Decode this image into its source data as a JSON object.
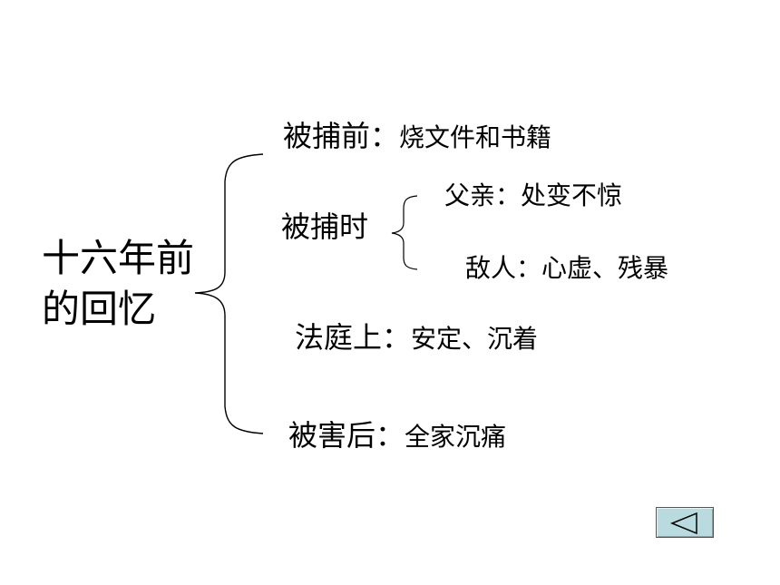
{
  "title": {
    "line1": "十六年前",
    "line2": "的回忆"
  },
  "branches": [
    {
      "label": "被捕前：",
      "text": "烧文件和书籍"
    },
    {
      "label": "被捕时",
      "sub": [
        {
          "label": "父亲：",
          "text": "处变不惊"
        },
        {
          "label": "敌人：",
          "text": "心虚、残暴"
        }
      ]
    },
    {
      "label": "法庭上：",
      "text": "安定、沉着"
    },
    {
      "label": "被害后：",
      "text": "全家沉痛"
    }
  ],
  "nav": {
    "back_icon": "triangle-left-icon"
  }
}
